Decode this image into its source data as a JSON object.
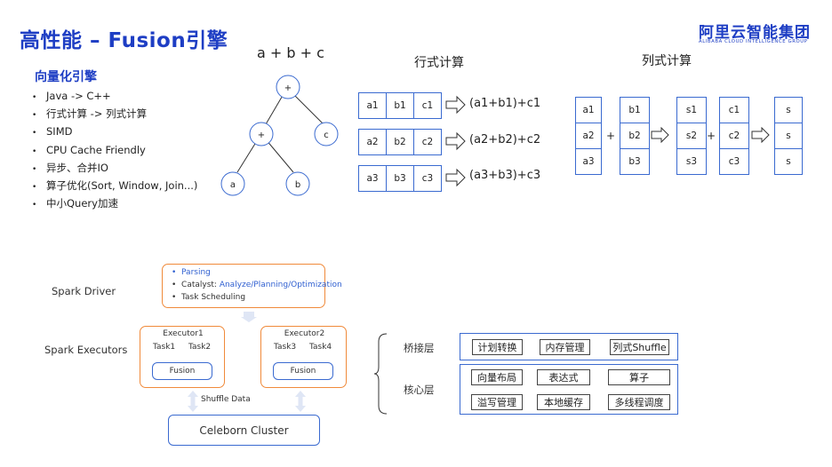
{
  "header": {
    "title": "高性能 – Fusion引擎",
    "logo_cn": "阿里云智能集团",
    "logo_en": "ALIBABA CLOUD INTELLIGENCE GROUP"
  },
  "vectorized": {
    "title": "向量化引擎",
    "bullets": [
      "Java -> C++",
      "行式计算 -> 列式计算",
      "SIMD",
      "CPU Cache Friendly",
      "异步、合并IO",
      "算子优化(Sort, Window, Join...)",
      "中小Query加速"
    ]
  },
  "expression_tree": {
    "expression": "a + b + c",
    "nodes": [
      "+",
      "+",
      "c",
      "a",
      "b"
    ]
  },
  "row_compute": {
    "title": "行式计算",
    "rows": [
      {
        "cells": [
          "a1",
          "b1",
          "c1"
        ],
        "result": "(a1+b1)+c1"
      },
      {
        "cells": [
          "a2",
          "b2",
          "c2"
        ],
        "result": "(a2+b2)+c2"
      },
      {
        "cells": [
          "a3",
          "b3",
          "c3"
        ],
        "result": "(a3+b3)+c3"
      }
    ]
  },
  "column_compute": {
    "title": "列式计算",
    "col_a": [
      "a1",
      "a2",
      "a3"
    ],
    "col_b": [
      "b1",
      "b2",
      "b3"
    ],
    "col_s": [
      "s1",
      "s2",
      "s3"
    ],
    "col_c": [
      "c1",
      "c2",
      "c3"
    ],
    "col_r": [
      "s",
      "s",
      "s"
    ],
    "plus": "+"
  },
  "spark": {
    "driver_label": "Spark Driver",
    "executors_label": "Spark Executors",
    "driver_items": [
      "Parsing",
      "Catalyst: ",
      "Analyze/Planning/Optimization",
      "Task Scheduling"
    ],
    "executor1": {
      "name": "Executor1",
      "task_a": "Task1",
      "task_b": "Task2",
      "engine": "Fusion"
    },
    "executor2": {
      "name": "Executor2",
      "task_a": "Task3",
      "task_b": "Task4",
      "engine": "Fusion"
    },
    "shuffle_label": "Shuffle Data",
    "cluster": "Celeborn Cluster"
  },
  "layers": {
    "bridge_label": "桥接层",
    "core_label": "核心层",
    "bridge_items": [
      "计划转换",
      "内存管理",
      "列式Shuffle"
    ],
    "core_items": [
      "向量布局",
      "表达式",
      "算子",
      "溢写管理",
      "本地缓存",
      "多线程调度"
    ]
  },
  "colors": {
    "accent": "#1e3ec4",
    "box_blue": "#3a6ad0",
    "orange": "#f08a3a"
  }
}
